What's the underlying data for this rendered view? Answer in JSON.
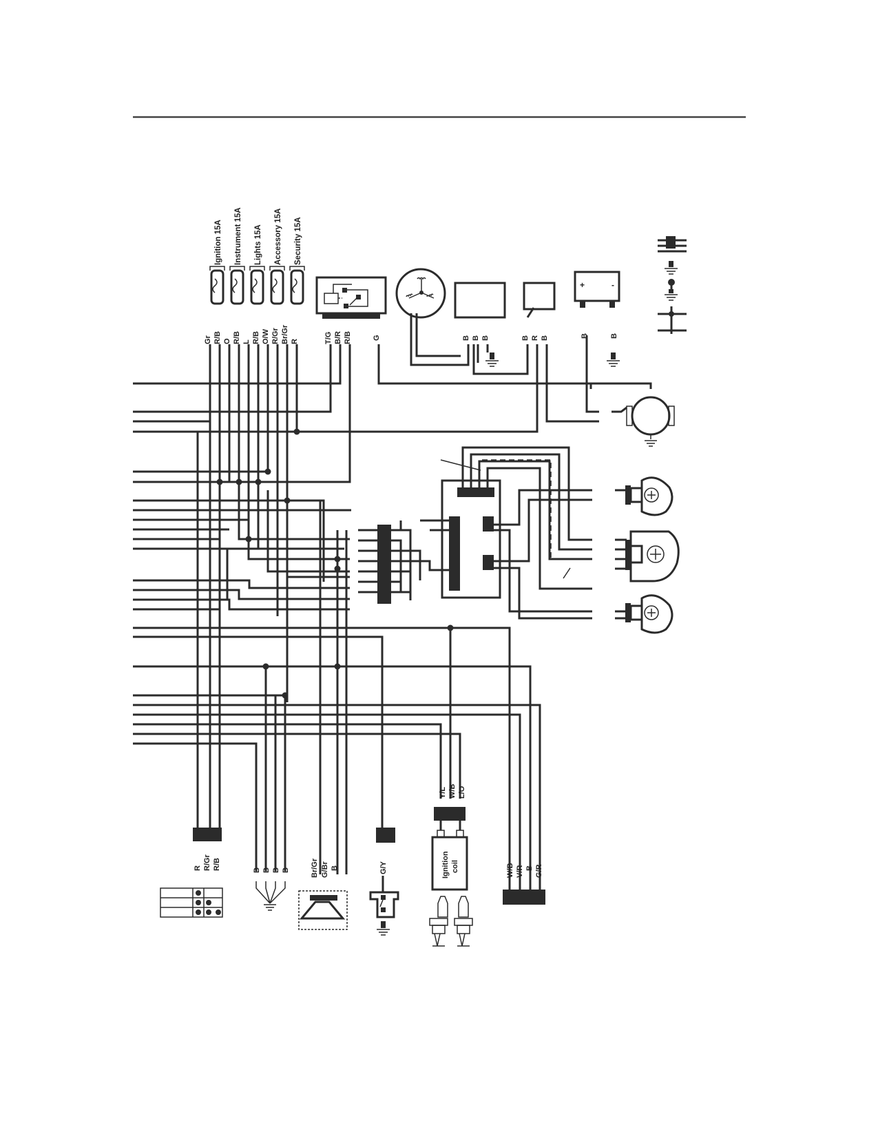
{
  "fuses": [
    {
      "label": "Ignition 15A"
    },
    {
      "label": "Instrument 15A"
    },
    {
      "label": "Lights 15A"
    },
    {
      "label": "Accessory 15A"
    },
    {
      "label": "Security 15A"
    }
  ],
  "top_wires": [
    "Gr",
    "R/B",
    "O",
    "R/B",
    "L",
    "R/B",
    "O/W",
    "R/Gr",
    "Br/Gr",
    "R"
  ],
  "relay_wires": [
    "T/G",
    "B/R",
    "R/B"
  ],
  "sensor_wire": "G",
  "module_wires": [
    "B",
    "B",
    "B"
  ],
  "box2_wires": [
    "B",
    "R",
    "B"
  ],
  "battery": {
    "plus": "+",
    "minus": "-",
    "wires": [
      "B",
      "B"
    ]
  },
  "ignition_wires": [
    "Y/L",
    "W/B",
    "L/O"
  ],
  "ignition_coil": [
    "Ignition",
    "coil"
  ],
  "bottom": {
    "switch_wires": [
      "R",
      "R/Gr",
      "R/B"
    ],
    "ground_wires": [
      "B",
      "B",
      "B",
      "B"
    ],
    "horn_wires": [
      "Br/Gr",
      "G/Br",
      "B"
    ],
    "sensor_wire": "G/Y",
    "right_wires": [
      "W/B",
      "V/R",
      "B",
      "G/R"
    ]
  }
}
